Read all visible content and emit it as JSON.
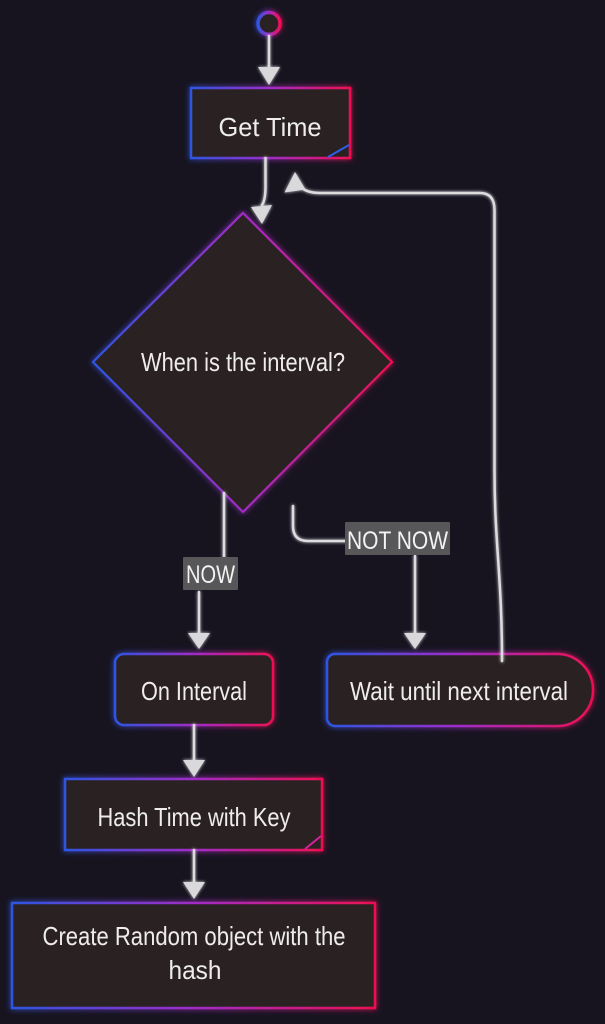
{
  "diagram": {
    "type": "flowchart",
    "background_color": "#171420",
    "node_fill_color": "#2b2322",
    "text_color": "#eeecec",
    "edge_color": "#dcdbde",
    "edge_label_bg_color": "#57575a",
    "accent_gradient": [
      "#2e55e2",
      "#a02cc6",
      "#ee1054"
    ],
    "nodes": {
      "start": {
        "shape": "circle",
        "label": ""
      },
      "get_time": {
        "shape": "rectangle",
        "label": "Get Time"
      },
      "decision": {
        "shape": "diamond",
        "label": "When is the interval?"
      },
      "on_interval": {
        "shape": "rounded-rectangle",
        "label": "On Interval"
      },
      "wait": {
        "shape": "right-pill",
        "label": "Wait until next interval"
      },
      "hash_time": {
        "shape": "rectangle",
        "label": "Hash Time with Key"
      },
      "create_random": {
        "shape": "rectangle",
        "label": "Create Random object with the hash",
        "label_line1": "Create Random object with the",
        "label_line2": "hash"
      }
    },
    "edge_labels": {
      "now": "NOW",
      "not_now": "NOT NOW"
    },
    "edges": [
      {
        "from": "start",
        "to": "get_time",
        "label": ""
      },
      {
        "from": "get_time",
        "to": "decision",
        "label": ""
      },
      {
        "from": "decision",
        "to": "on_interval",
        "label": "NOW"
      },
      {
        "from": "decision",
        "to": "wait",
        "label": "NOT NOW"
      },
      {
        "from": "wait",
        "to": "decision",
        "label": ""
      },
      {
        "from": "on_interval",
        "to": "hash_time",
        "label": ""
      },
      {
        "from": "hash_time",
        "to": "create_random",
        "label": ""
      }
    ]
  }
}
